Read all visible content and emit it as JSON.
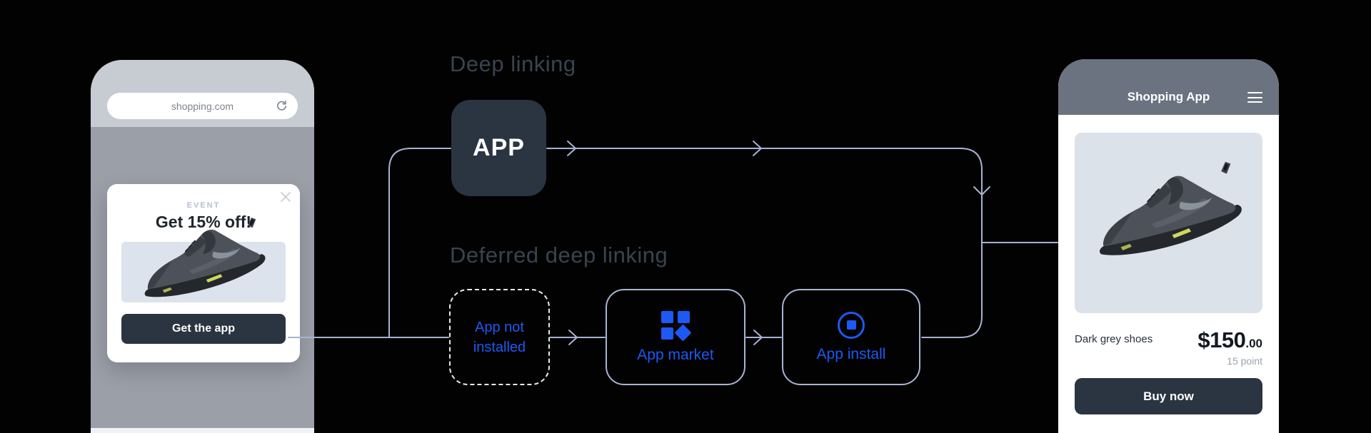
{
  "colors": {
    "accent_blue": "#1d59f3",
    "connector_line": "#a8b3d2",
    "dark_panel": "#2b3441",
    "title_gray": "#3a434f"
  },
  "browser_phone": {
    "url": "shopping.com",
    "popup": {
      "badge": "EVENT",
      "title": "Get 15% off!",
      "cta": "Get the app"
    }
  },
  "flow": {
    "deep_linking_title": "Deep linking",
    "deferred_deep_linking_title": "Deferred deep linking",
    "app_node": "APP",
    "app_not_installed_node": "App not installed",
    "app_market_node": "App market",
    "app_install_node": "App install"
  },
  "shopping_app_phone": {
    "header_title": "Shopping App",
    "product_name": "Dark grey shoes",
    "price_main": "$150",
    "price_cents": ".00",
    "points": "15 point",
    "cta": "Buy now"
  }
}
